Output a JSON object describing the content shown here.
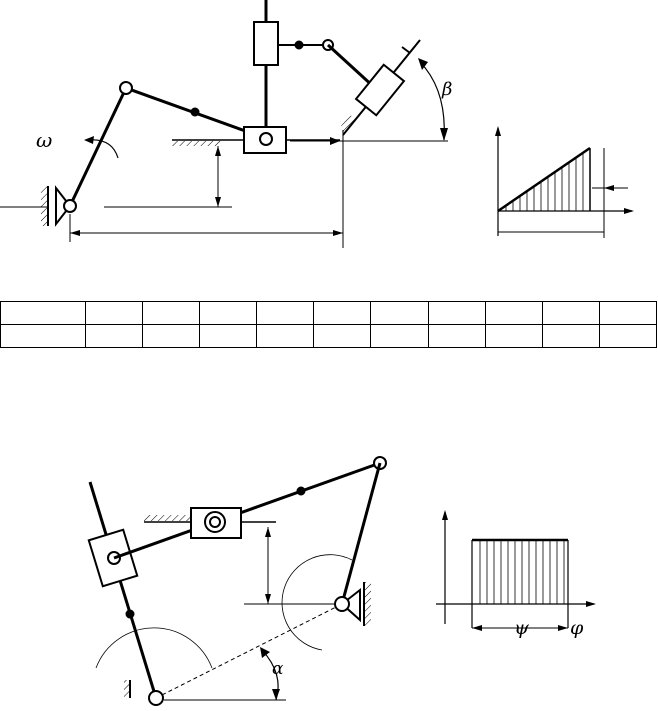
{
  "top_mechanism": {
    "omega_label": "ω",
    "beta_label": "β"
  },
  "table": {
    "rows": [
      [
        "",
        "",
        "",
        "",
        "",
        "",
        "",
        "",
        "",
        "",
        ""
      ],
      [
        "",
        "",
        "",
        "",
        "",
        "",
        "",
        "",
        "",
        "",
        ""
      ]
    ]
  },
  "bottom_mechanism": {
    "alpha_label": "α",
    "psi_label": "ψ",
    "phi_label": "φ"
  }
}
